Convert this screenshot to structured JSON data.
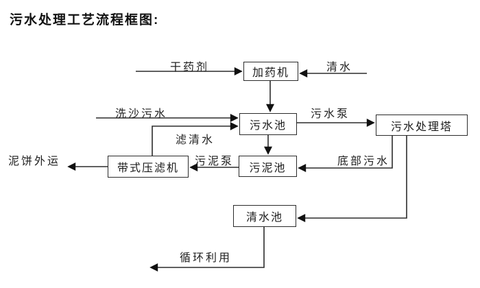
{
  "title": "污水处理工艺流程框图:",
  "diagram_type": "flowchart",
  "colors": {
    "background": "#ffffff",
    "line": "#2b2b2b",
    "box_border": "#2a2a2a",
    "text": "#1a1a1a"
  },
  "nodes": [
    {
      "id": "dosing-machine",
      "label": "加药机"
    },
    {
      "id": "wastewater-pool",
      "label": "污水池"
    },
    {
      "id": "treatment-tower",
      "label": "污水处理塔"
    },
    {
      "id": "sludge-pool",
      "label": "污泥池"
    },
    {
      "id": "belt-filter-press",
      "label": "带式压滤机"
    },
    {
      "id": "clean-water-pool",
      "label": "清水池"
    }
  ],
  "flow_labels": [
    {
      "id": "dry-agent",
      "label": "干药剂"
    },
    {
      "id": "clean-water",
      "label": "清水"
    },
    {
      "id": "sand-washing-wastewater",
      "label": "洗沙污水"
    },
    {
      "id": "wastewater-pump",
      "label": "污水泵"
    },
    {
      "id": "filtered-clean-water",
      "label": "滤清水"
    },
    {
      "id": "sludge-pump",
      "label": "污泥泵"
    },
    {
      "id": "bottom-wastewater",
      "label": "底部污水"
    },
    {
      "id": "mud-cake-shipped-out",
      "label": "泥饼外运"
    },
    {
      "id": "recycled-use",
      "label": "循环利用"
    }
  ],
  "edges": [
    {
      "from": "干药剂",
      "to": "加药机"
    },
    {
      "from": "清水",
      "to": "加药机"
    },
    {
      "from": "加药机",
      "to": "污水池"
    },
    {
      "from": "洗沙污水",
      "to": "污水池"
    },
    {
      "from": "带式压滤机",
      "to": "污水池",
      "label": "滤清水"
    },
    {
      "from": "污水池",
      "to": "污水处理塔",
      "label": "污水泵"
    },
    {
      "from": "污水池",
      "to": "污泥池"
    },
    {
      "from": "污泥池",
      "to": "带式压滤机",
      "label": "污泥泵"
    },
    {
      "from": "带式压滤机",
      "to": "泥饼外运"
    },
    {
      "from": "污水处理塔",
      "to": "污泥池",
      "label": "底部污水"
    },
    {
      "from": "污水处理塔",
      "to": "清水池"
    },
    {
      "from": "清水池",
      "to": "循环利用"
    }
  ]
}
